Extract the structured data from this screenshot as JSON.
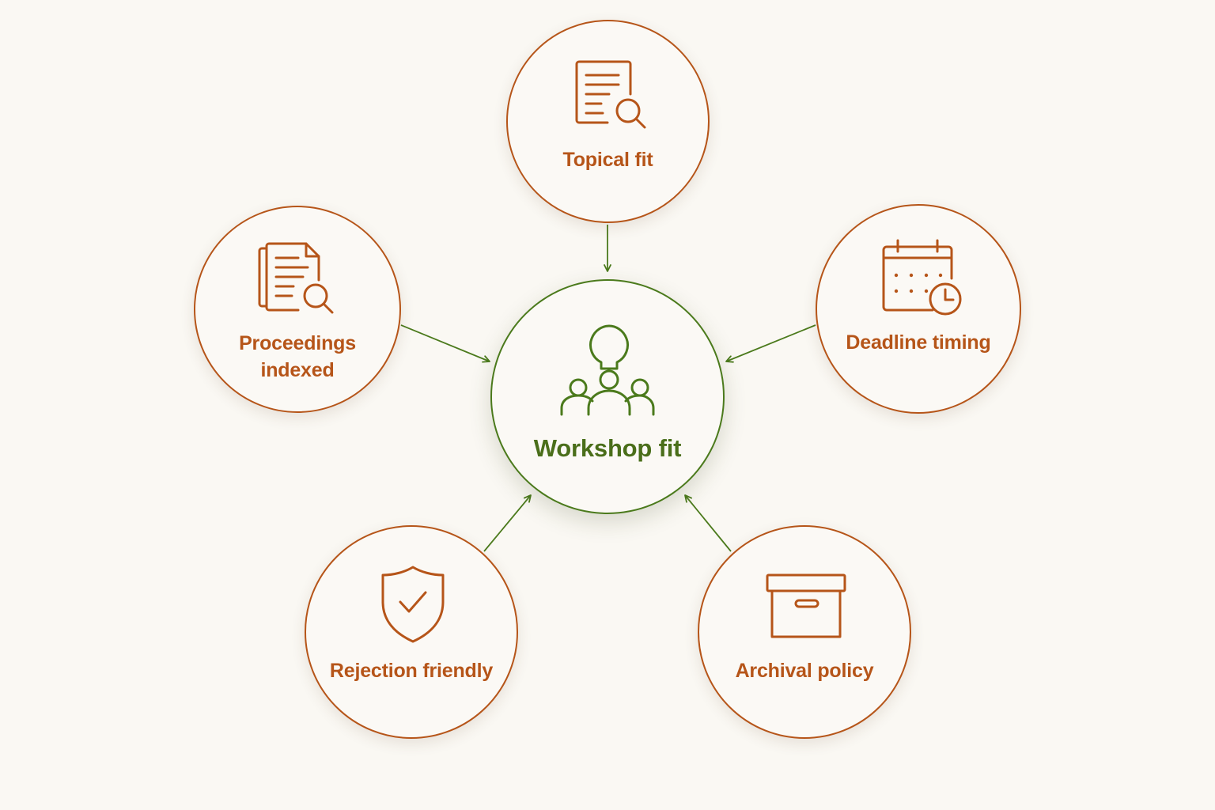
{
  "diagram": {
    "center": {
      "label": "Workshop fit",
      "icon": "people-group-icon"
    },
    "factors": [
      {
        "id": "topical",
        "label_lines": [
          "Topical fit"
        ],
        "icon": "document-search-icon"
      },
      {
        "id": "proceedings",
        "label_lines": [
          "Proceedings",
          "indexed"
        ],
        "icon": "documents-search-icon"
      },
      {
        "id": "deadline",
        "label_lines": [
          "Deadline timing"
        ],
        "icon": "calendar-clock-icon"
      },
      {
        "id": "rejection",
        "label_lines": [
          "Rejection friendly"
        ],
        "icon": "shield-check-icon"
      },
      {
        "id": "archival",
        "label_lines": [
          "Archival policy"
        ],
        "icon": "archive-box-icon"
      }
    ],
    "edges": [
      {
        "from": "topical",
        "to": "center"
      },
      {
        "from": "proceedings",
        "to": "center"
      },
      {
        "from": "deadline",
        "to": "center"
      },
      {
        "from": "rejection",
        "to": "center"
      },
      {
        "from": "archival",
        "to": "center"
      }
    ],
    "colors": {
      "background": "#faf8f3",
      "factor": "#b65519",
      "center": "#4b7a1c",
      "center_text": "#4a6e1a",
      "arrow": "#4b7a1c"
    }
  }
}
